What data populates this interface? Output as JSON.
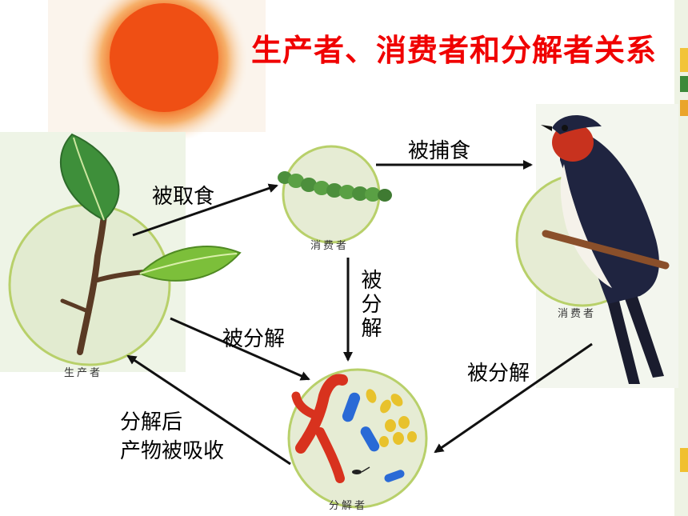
{
  "title": "生产者、消费者和分解者关系",
  "nodes": {
    "producer": "生产者",
    "consumer_caterpillar": "消费者",
    "consumer_bird": "消费者",
    "decomposer": "分解者"
  },
  "edges": {
    "eaten": "被取食",
    "preyed": "被捕食",
    "decomposed_vertical": "被分解",
    "decomposed_left": "被分解",
    "decomposed_right": "被分解",
    "absorbed_line1": "分解后",
    "absorbed_line2": "产物被吸收"
  },
  "colors": {
    "title": "#f00000",
    "sun": "#f04a10",
    "circle_fill": "#e4ecd2",
    "circle_stroke": "#b8d06a",
    "arrow": "#111111"
  }
}
